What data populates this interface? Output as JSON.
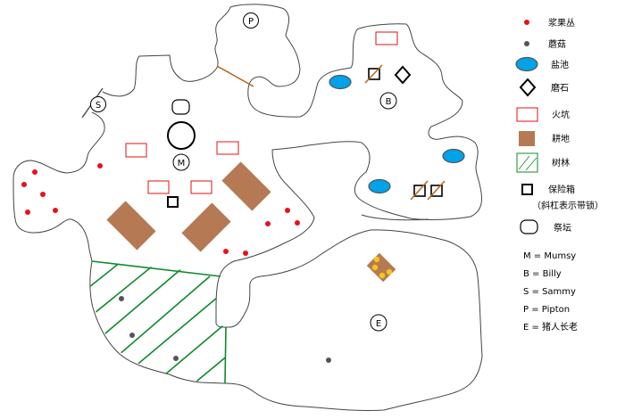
{
  "colors": {
    "berry": "#e8101c",
    "mushroom": "#555555",
    "salt_pond": "#00a2e8",
    "fire_pit": "#e01010",
    "farm": "#b57a54",
    "forest": "#0f8a2a",
    "bridge": "#b5651d",
    "crop": "#f5c518"
  },
  "map_labels": {
    "mumsy": "M",
    "billy": "B",
    "sammy": "S",
    "pipton": "P",
    "elder": "E"
  },
  "legend": {
    "items": [
      {
        "icon": "berry-bush-icon",
        "label": "浆果丛"
      },
      {
        "icon": "mushroom-icon",
        "label": "蘑菇"
      },
      {
        "icon": "salt-pond-icon",
        "label": "盐池"
      },
      {
        "icon": "grindstone-icon",
        "label": "磨石"
      },
      {
        "icon": "fire-pit-icon",
        "label": "火坑"
      },
      {
        "icon": "farm-icon",
        "label": "耕地"
      },
      {
        "icon": "forest-icon",
        "label": "树林"
      },
      {
        "icon": "safe-icon",
        "label": "保险箱",
        "note": "（斜杠表示带锁）"
      },
      {
        "icon": "altar-icon",
        "label": "祭坛"
      }
    ],
    "key": [
      "M = Mumsy",
      "B = Billy",
      "S = Sammy",
      "P = Pipton",
      "E = 猪人长老"
    ]
  }
}
